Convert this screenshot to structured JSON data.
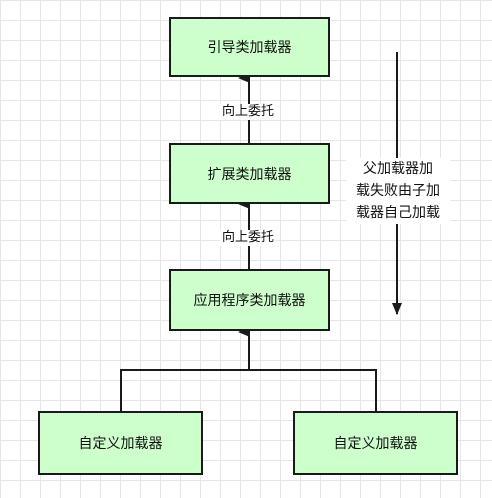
{
  "nodes": {
    "bootstrap": "引导类加载器",
    "extension": "扩展类加载器",
    "application": "应用程序类加载器",
    "custom_left": "自定义加载器",
    "custom_right": "自定义加载器"
  },
  "edge_labels": {
    "upper": "向上委托",
    "lower": "向上委托"
  },
  "note": {
    "line1": "父加载器加",
    "line2": "载失败由子加",
    "line3": "载器自己加载"
  },
  "colors": {
    "node_fill": "#ccffcc",
    "stroke": "#1a1a1a"
  }
}
